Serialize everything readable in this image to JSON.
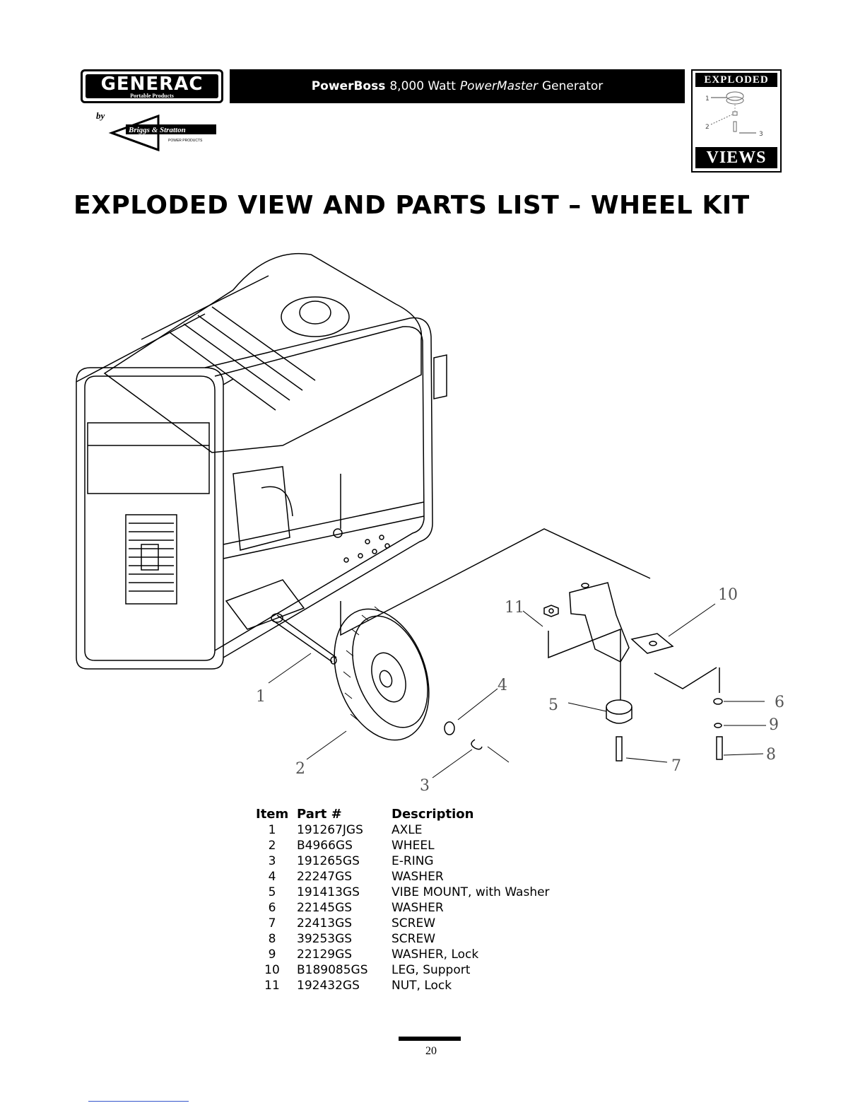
{
  "header": {
    "logo_word": "GENERAC",
    "logo_sub": "Portable Products",
    "by": "by",
    "bs_logo": "Briggs & Stratton",
    "bs_sub": "POWER PRODUCTS",
    "title_bold": "PowerBoss",
    "title_mid": "8,000 Watt",
    "title_italic": "PowerMaster",
    "title_end": "Generator",
    "ev_top": "EXPLODED",
    "ev_bottom": "VIEWS",
    "ev_labels": [
      "1",
      "2",
      "3"
    ]
  },
  "page_heading": "EXPLODED VIEW AND PARTS LIST – WHEEL KIT",
  "callouts": [
    "1",
    "2",
    "3",
    "4",
    "5",
    "6",
    "7",
    "8",
    "9",
    "10",
    "11"
  ],
  "parts_table": {
    "headers": {
      "item": "Item",
      "part": "Part #",
      "description": "Description"
    },
    "rows": [
      {
        "item": "1",
        "part": "191267JGS",
        "description": "AXLE"
      },
      {
        "item": "2",
        "part": "B4966GS",
        "description": "WHEEL"
      },
      {
        "item": "3",
        "part": "191265GS",
        "description": "E-RING"
      },
      {
        "item": "4",
        "part": "22247GS",
        "description": "WASHER"
      },
      {
        "item": "5",
        "part": "191413GS",
        "description": "VIBE MOUNT, with Washer"
      },
      {
        "item": "6",
        "part": "22145GS",
        "description": "WASHER"
      },
      {
        "item": "7",
        "part": "22413GS",
        "description": "SCREW"
      },
      {
        "item": "8",
        "part": "39253GS",
        "description": "SCREW"
      },
      {
        "item": "9",
        "part": "22129GS",
        "description": "WASHER, Lock"
      },
      {
        "item": "10",
        "part": "B189085GS",
        "description": "LEG, Support"
      },
      {
        "item": "11",
        "part": "192432GS",
        "description": "NUT, Lock"
      }
    ]
  },
  "page_number": "20"
}
